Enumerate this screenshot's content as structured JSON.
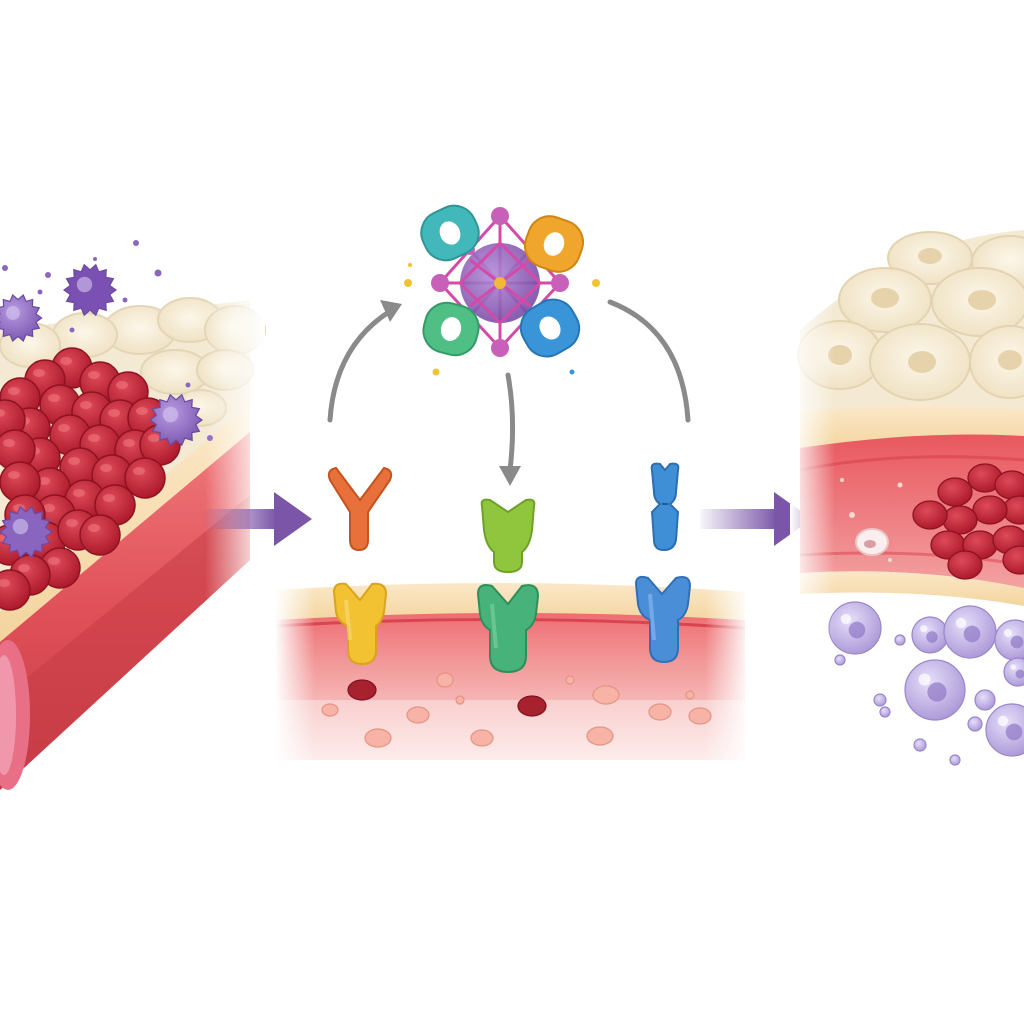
{
  "diagram": {
    "panels": [
      {
        "id": "left",
        "label": ""
      },
      {
        "id": "middle",
        "label": ""
      },
      {
        "id": "right",
        "label": ""
      }
    ],
    "colors": {
      "background": "#ffffff",
      "vessel_wall": "#e45a5e",
      "vessel_wall_dark": "#c23d45",
      "vessel_lumen_pink": "#f1a7ad",
      "fat_cell": "#f6ecd7",
      "fat_cell_outline": "#e2d3b3",
      "fat_cell_nucleus": "#e8d7b4",
      "red_blood_cell": "#b81f2f",
      "red_blood_cell_highlight": "#d94050",
      "immune_cell": "#8b6ac0",
      "immune_cell_light": "#b8a5dc",
      "arrow_purple": "#7a55a8",
      "curve_arrow_gray": "#8a8a8a",
      "antibody_orange": "#e8703a",
      "antibody_green": "#8fc63d",
      "antibody_blue": "#3f8fd6",
      "receptor_yellow": "#f2c233",
      "receptor_green": "#47b27a",
      "receptor_blue": "#4b8ed8",
      "molecule_teal": "#43b8ba",
      "molecule_orange": "#f0a52c",
      "molecule_green": "#4fbf86",
      "molecule_blue": "#3a95d8",
      "molecule_center": "#9a6cc4",
      "molecule_links": "#d34aa8"
    },
    "icons": {
      "left_arrow": "arrow-right-icon",
      "right_arrow": "arrow-right-icon",
      "curved_arrow_up": "curved-arrow-icon",
      "curved_arrow_down": "arrow-down-icon",
      "curved_arc": "arc-icon"
    }
  }
}
